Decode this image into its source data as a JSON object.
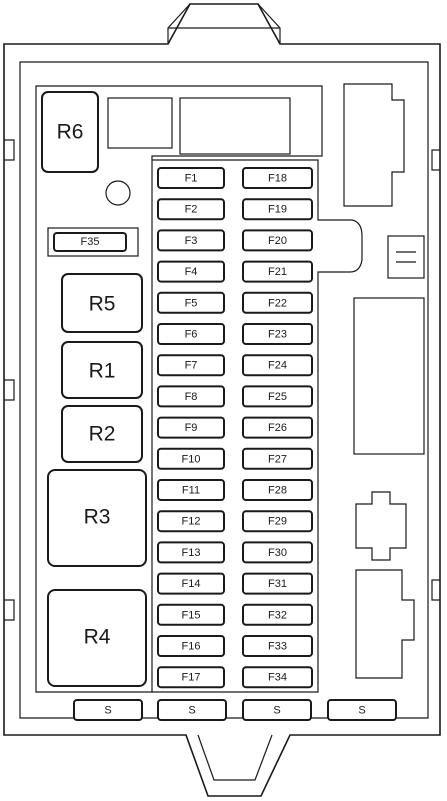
{
  "relays": [
    {
      "id": "r6",
      "label": "R6"
    },
    {
      "id": "r5",
      "label": "R5"
    },
    {
      "id": "r1",
      "label": "R1"
    },
    {
      "id": "r2",
      "label": "R2"
    },
    {
      "id": "r3",
      "label": "R3"
    },
    {
      "id": "r4",
      "label": "R4"
    }
  ],
  "fuses_left": [
    "F1",
    "F2",
    "F3",
    "F4",
    "F5",
    "F6",
    "F7",
    "F8",
    "F9",
    "F10",
    "F11",
    "F12",
    "F13",
    "F14",
    "F15",
    "F16",
    "F17"
  ],
  "fuses_right": [
    "F18",
    "F19",
    "F20",
    "F21",
    "F22",
    "F23",
    "F24",
    "F25",
    "F26",
    "F27",
    "F28",
    "F29",
    "F30",
    "F31",
    "F32",
    "F33",
    "F34"
  ],
  "fuse_extra": "F35",
  "bottom_slots": [
    "S",
    "S",
    "S",
    "S"
  ]
}
